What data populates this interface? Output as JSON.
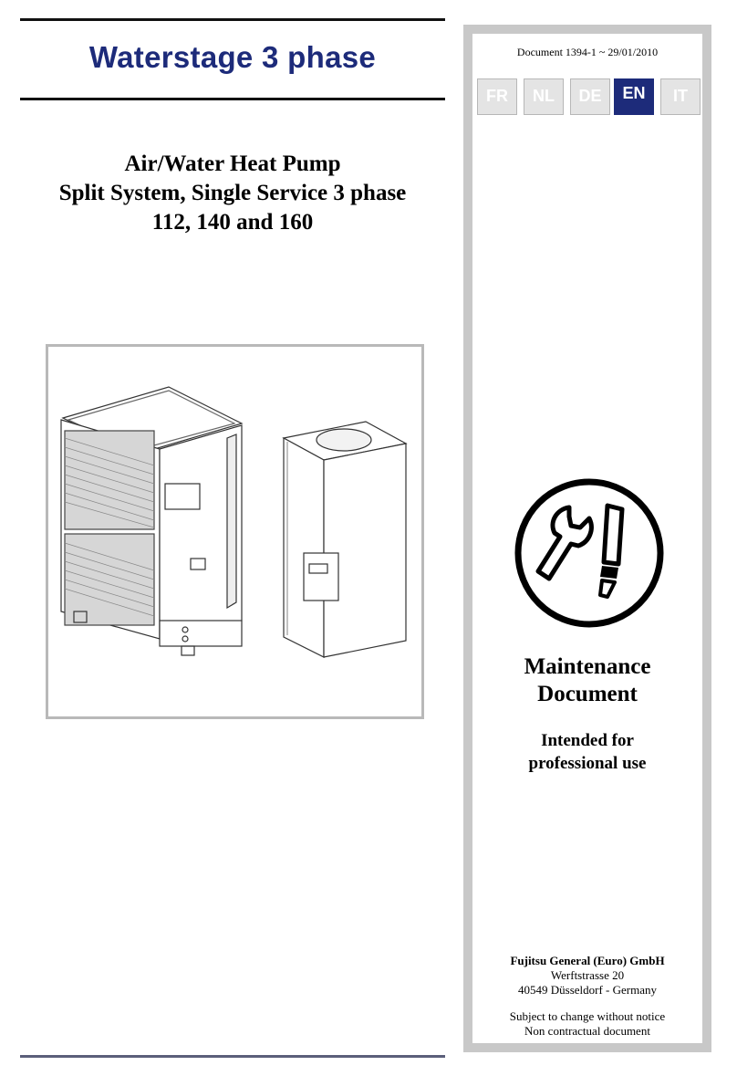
{
  "header": {
    "title": "Waterstage 3 phase"
  },
  "subtitle": {
    "line1": "Air/Water Heat Pump",
    "line2": "Split System, Single Service 3 phase",
    "line3": "112, 140 and 160"
  },
  "figure": {
    "description_icon": "outdoor-unit-and-hydraulic-module-illustration"
  },
  "sidebar": {
    "document_ref": "Document 1394-1 ~ 29/01/2010",
    "languages": [
      {
        "code": "FR",
        "active": false
      },
      {
        "code": "NL",
        "active": false
      },
      {
        "code": "DE",
        "active": false
      },
      {
        "code": "EN",
        "active": true
      },
      {
        "code": "IT",
        "active": false
      }
    ],
    "icon": "wrench-screwdriver-icon",
    "heading_line1": "Maintenance",
    "heading_line2": "Document",
    "sub_line1": "Intended for",
    "sub_line2": "professional use",
    "company": "Fujitsu General (Euro) GmbH",
    "street": "Werftstrasse 20",
    "city": "40549 Düsseldorf - Germany",
    "notice1": "Subject to change without notice",
    "notice2": "Non contractual document"
  },
  "colors": {
    "accent": "#1d2b7a",
    "sidebar_border": "#c8c8c8",
    "lang_inactive": "#e4e4e4"
  }
}
